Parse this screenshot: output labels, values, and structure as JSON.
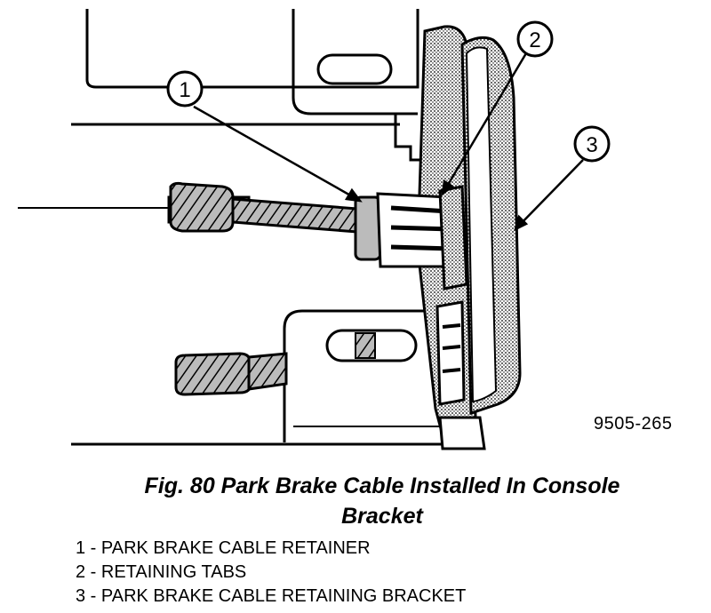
{
  "figure": {
    "code": "9505-265",
    "callouts": [
      {
        "number": "1"
      },
      {
        "number": "2"
      },
      {
        "number": "3"
      }
    ]
  },
  "caption": {
    "line1": "Fig. 80 Park Brake Cable Installed In Console",
    "line2": "Bracket"
  },
  "legend": [
    "1 - PARK BRAKE CABLE RETAINER",
    "2 - RETAINING TABS",
    "3 - PARK BRAKE CABLE RETAINING BRACKET"
  ]
}
